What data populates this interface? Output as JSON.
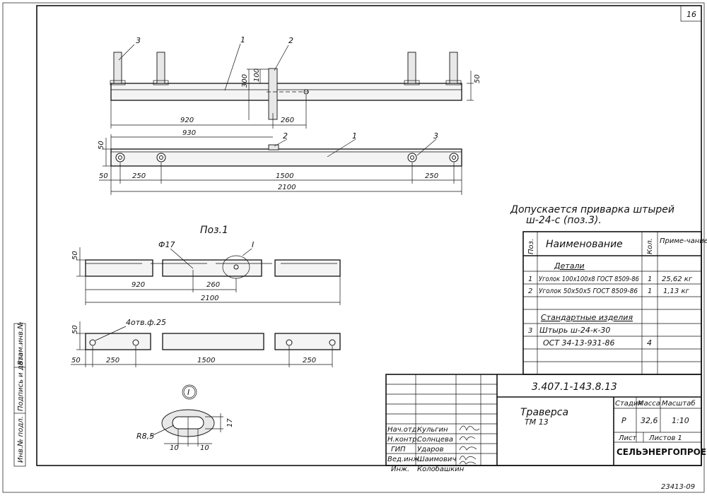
{
  "sheet": {
    "sheet_no": "16",
    "stamp_bottom": "23413-09",
    "note_line1": "Допускается приварка штырей",
    "note_line2": "ш-24-с (поз.3)."
  },
  "side_strip": {
    "field1": "Инв.№ подл.",
    "field2": "Подпись и дата",
    "field3": "Взам.инв.№"
  },
  "views": {
    "top": {
      "callout_1": "1",
      "callout_2": "2",
      "callout_3": "3",
      "dim_300": "300",
      "dim_100": "100",
      "dim_50": "50",
      "dim_920": "920",
      "dim_260": "260"
    },
    "plan": {
      "callout_1": "1",
      "callout_2": "2",
      "callout_3": "3",
      "dim_930": "930",
      "dim_50_left": "50",
      "dim_50_side": "50",
      "dim_250_left": "250",
      "dim_1500": "1500",
      "dim_250_right": "250",
      "dim_2100": "2100"
    },
    "pos1": {
      "title": "Поз.1",
      "phi": "Ф17",
      "detail_mark": "I",
      "dim_50": "50",
      "dim_920": "920",
      "dim_260": "260",
      "dim_2100": "2100"
    },
    "pos1_plan": {
      "holes": "4отв.ф.25",
      "dim_50_side": "50",
      "dim_50_left": "50",
      "dim_250_left": "250",
      "dim_1500": "1500",
      "dim_250_right": "250"
    },
    "detail": {
      "mark": "I",
      "radius": "R8,5",
      "dim_17": "17",
      "dim_10a": "10",
      "dim_10b": "10"
    }
  },
  "spec": {
    "headers": {
      "pos": "Поз.",
      "name": "Наименование",
      "qty": "Кол.",
      "note": "Приме-чание"
    },
    "section_parts": "Детали",
    "section_std": "Стандартные изделия",
    "rows": [
      {
        "pos": "1",
        "name": "Уголок 100х100х8 ГОСТ 8509-86",
        "qty": "1",
        "note": "25,62 кг"
      },
      {
        "pos": "2",
        "name": "Уголок 50х50х5 ГОСТ 8509-86",
        "qty": "1",
        "note": "1,13 кг"
      },
      {
        "pos": "3",
        "name": "Штырь ш-24-к-30",
        "qty": "",
        "note": ""
      },
      {
        "pos": "",
        "name": "ОСТ 34-13-931-86",
        "qty": "4",
        "note": ""
      }
    ]
  },
  "title_block": {
    "doc_code": "3.407.1-143.8.13",
    "title_line1": "Траверса",
    "title_line2": "ТМ 13",
    "stage_label": "Стадия",
    "mass_label": "Масса",
    "scale_label": "Масштаб",
    "stage": "Р",
    "mass": "32,6",
    "scale": "1:10",
    "sheet_label": "Лист",
    "sheets_label": "Листов 1",
    "org": "СЕЛЬЭНЕРГОПРОЕКТ",
    "signers": [
      {
        "role": "Нач.отд.",
        "name": "Кульгин"
      },
      {
        "role": "Н.контр.",
        "name": "Солнцева"
      },
      {
        "role": "ГИП",
        "name": "Ударов"
      },
      {
        "role": "Вед.инж.",
        "name": "Шаимович"
      },
      {
        "role": "Инж.",
        "name": "Колобашкин"
      }
    ]
  }
}
